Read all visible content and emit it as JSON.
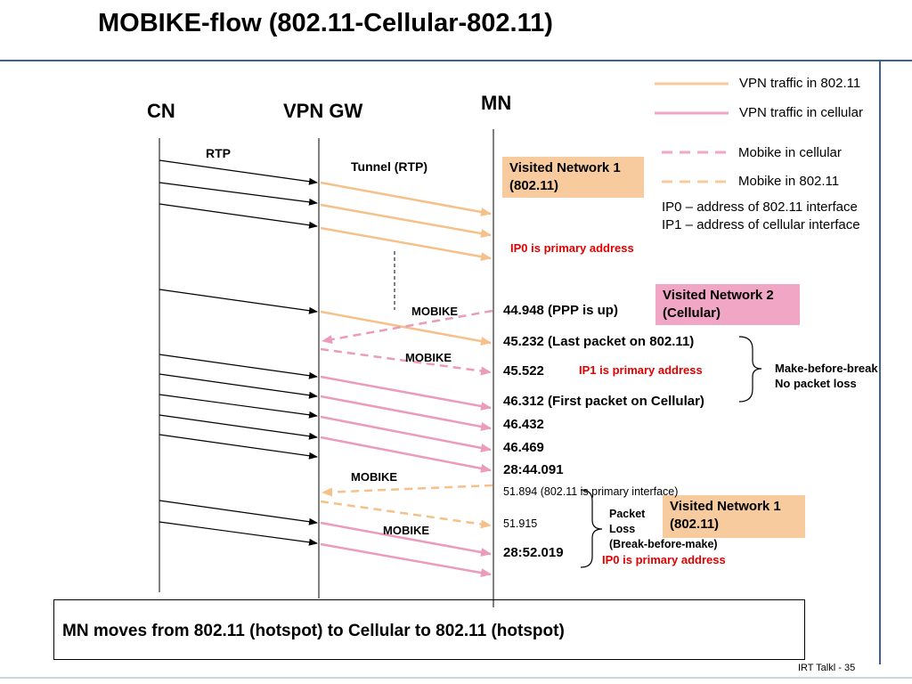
{
  "title": "MOBIKE-flow (802.11-Cellular-802.11)",
  "columns": {
    "cn": "CN",
    "vpn_gw": "VPN GW",
    "mn": "MN"
  },
  "legend": {
    "items": [
      {
        "label": "VPN traffic  in 802.11",
        "color": "#f8cb9e",
        "style": "solid"
      },
      {
        "label": "VPN traffic  in cellular",
        "color": "#f0a6c4",
        "style": "solid"
      },
      {
        "label": "Mobike in cellular",
        "color": "#f0a6c4",
        "style": "dashed"
      },
      {
        "label": "Mobike in 802.11",
        "color": "#f8cb9e",
        "style": "dashed"
      }
    ],
    "ip0_note": "IP0 – address of 802.11 interface",
    "ip1_note": "IP1 – address of cellular interface"
  },
  "labels": {
    "rtp": "RTP",
    "tunnel": "Tunnel (RTP)",
    "mobike1": "MOBIKE",
    "mobike2": "MOBIKE",
    "mobike3": "MOBIKE",
    "mobike4": "MOBIKE"
  },
  "boxes": {
    "vn1_top": "Visited Network 1 (802.11)",
    "vn2": "Visited Network 2 (Cellular)",
    "vn1_bottom": "Visited Network 1 (802.11)"
  },
  "events": {
    "e1": "44.948 (PPP is up)",
    "e2": "45.232 (Last packet on 802.11)",
    "e3": "45.522",
    "e4": "46.312 (First packet on Cellular)",
    "e5": "46.432",
    "e6": "46.469",
    "e7": "28:44.091",
    "e8": "51.894 (802.11 is primary  interface)",
    "e9": "51.915",
    "e10": "28:52.019"
  },
  "notes": {
    "ip0_primary_top": "IP0 is primary address",
    "ip1_primary": "IP1 is primary address",
    "make_before_break": "Make-before-break",
    "no_packet_loss": "No packet loss",
    "packet": "Packet",
    "loss": "Loss",
    "break_before_make": "(Break-before-make)",
    "ip0_primary_bottom": "IP0 is primary address"
  },
  "summary": "MN moves from 802.11 (hotspot) to Cellular to 802.11 (hotspot)",
  "page_number": "IRT Talkl - 35"
}
